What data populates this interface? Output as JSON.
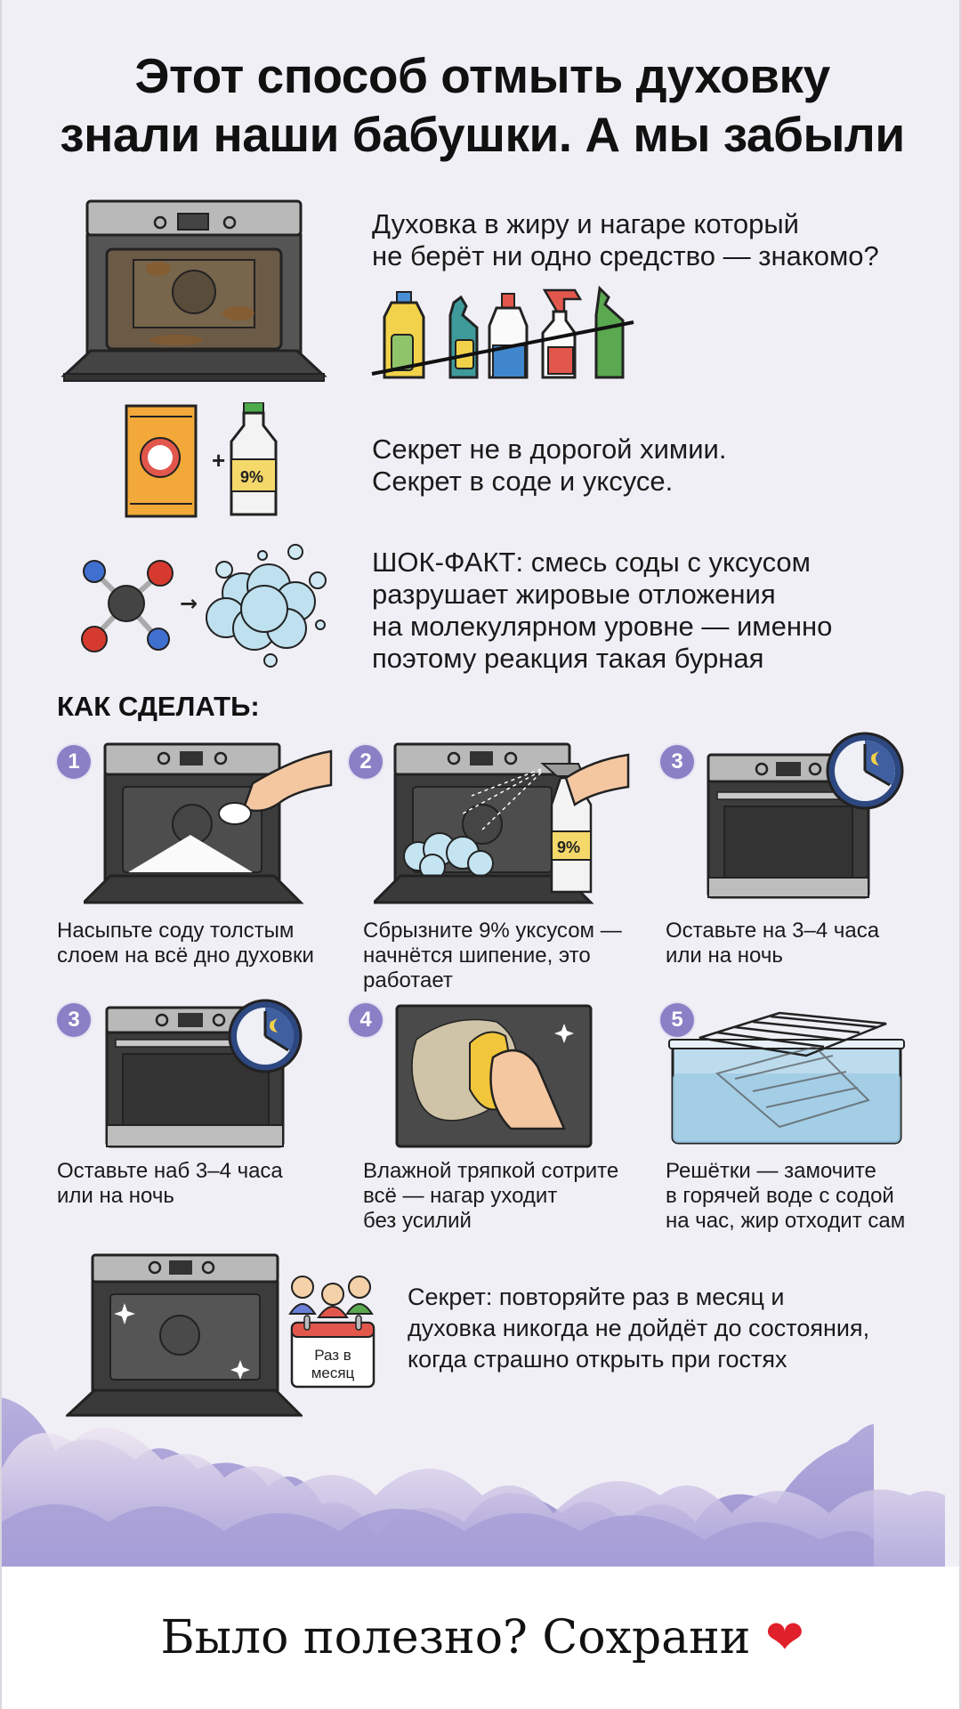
{
  "header": {
    "title_line1": "Этот способ отмыть духовку",
    "title_line2": "знали наши бабушки. А мы забыли"
  },
  "intro": {
    "problem_line1": "Духовка в жиру и нагаре который",
    "problem_line2": "не берёт ни одно средство — знакомо?",
    "secret_line1": "Секрет не в дорогой химии.",
    "secret_line2": "Секрет в соде и уксусе.",
    "fact_line1": "ШОК-ФАКТ: смесь соды с уксусом",
    "fact_line2": "разрушает жировые отложения",
    "fact_line3": "на молекулярном уровне — именно",
    "fact_line4": "поэтому реакция такая бурная",
    "vinegar_label": "9%",
    "plus_sign": "+",
    "arrow": "→"
  },
  "howto": {
    "heading": "КАК СДЕЛАТЬ:",
    "steps": [
      {
        "number": "1",
        "line1": "Насыпьте соду толстым",
        "line2": "слоем на всё дно духовки",
        "line3": ""
      },
      {
        "number": "2",
        "line1": "Сбрызните 9% уксусом —",
        "line2": "начнётся шипение, это",
        "line3": "работает",
        "bottle_label": "9%"
      },
      {
        "number": "3",
        "line1": "Оставьте на 3–4 часа",
        "line2": "или на ночь",
        "line3": ""
      },
      {
        "number": "3",
        "line1": "Оставьте наб 3–4 часа",
        "line2": "или на ночь",
        "line3": ""
      },
      {
        "number": "4",
        "line1": "Влажной тряпкой сотрите",
        "line2": "всё — нагар уходит",
        "line3": "без усилий"
      },
      {
        "number": "5",
        "line1": "Решётки — замочите",
        "line2": "в горячей воде с содой",
        "line3": "на час, жир отходит сам"
      }
    ]
  },
  "outro": {
    "calendar_line1": "Раз в",
    "calendar_line2": "месяц",
    "tip_line1": "Секрет: повторяйте раз в месяц и",
    "tip_line2": "духовка никогда не дойдёт до состояния,",
    "tip_line3": "когда страшно открыть при гостях"
  },
  "footer": {
    "cta": "Было полезно? Сохрани",
    "heart": "❤"
  },
  "colors": {
    "background": "#f1eff6",
    "badge": "#8b80c6",
    "cloud": "#a9a0d6",
    "heart": "#e0202a"
  }
}
